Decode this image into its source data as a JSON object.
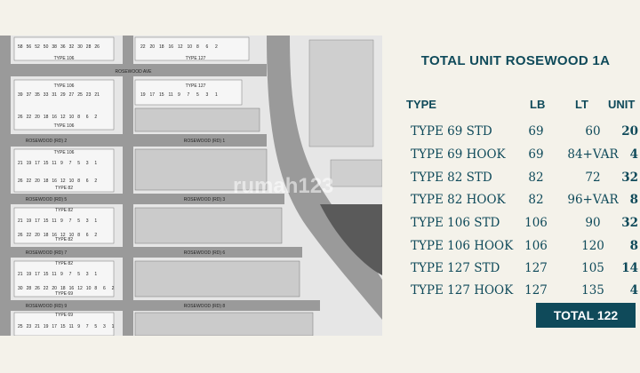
{
  "title": "TOTAL UNIT ROSEWOOD 1A",
  "headers": {
    "type": "TYPE",
    "lb": "LB",
    "lt": "LT",
    "unit": "UNIT"
  },
  "rows": [
    {
      "type": "TYPE 69 STD",
      "lb": "69",
      "lt": "60",
      "unit": "20"
    },
    {
      "type": "TYPE 69 HOOK",
      "lb": "69",
      "lt": "84+VAR",
      "unit": "4"
    },
    {
      "type": "TYPE 82 STD",
      "lb": "82",
      "lt": "72",
      "unit": "32"
    },
    {
      "type": "TYPE 82 HOOK",
      "lb": "82",
      "lt": "96+VAR",
      "unit": "8"
    },
    {
      "type": "TYPE 106 STD",
      "lb": "106",
      "lt": "90",
      "unit": "32"
    },
    {
      "type": "TYPE 106 HOOK",
      "lb": "106",
      "lt": "120",
      "unit": "8"
    },
    {
      "type": "TYPE 127 STD",
      "lb": "127",
      "lt": "105",
      "unit": "14"
    },
    {
      "type": "TYPE 127 HOOK",
      "lb": "127",
      "lt": "135",
      "unit": "4"
    }
  ],
  "total": "TOTAL 122",
  "watermark": "rumah123",
  "colors": {
    "accent": "#0f4a5a",
    "road": "#9a9a9a",
    "plot": "#e3e3e3",
    "background": "#f4f2ea"
  },
  "siteplan": {
    "road_labels": [
      "ROSEWOOD AVE",
      "ROSEWOOD (RD) 2",
      "ROSEWOOD (RD) 1",
      "ROSEWOOD (RD) 5",
      "ROSEWOOD (RD) 3",
      "ROSEWOOD (RD) 7",
      "ROSEWOOD (RD) 6",
      "ROSEWOOD (RD) 9",
      "ROSEWOOD (RD) 8"
    ],
    "type_labels": [
      "TYPE 106",
      "TYPE 127",
      "TYPE 106",
      "TYPE 127",
      "TYPE 106",
      "TYPE 106",
      "TYPE 82",
      "TYPE 82",
      "TYPE 82",
      "TYPE 82",
      "TYPE 69",
      "TYPE 69"
    ],
    "lot_rows": [
      [
        "58",
        "56",
        "52",
        "50",
        "38",
        "36",
        "32",
        "30",
        "28",
        "26"
      ],
      [
        "22",
        "20",
        "18",
        "16",
        "12",
        "10",
        "8",
        "6",
        "2"
      ],
      [
        "39",
        "37",
        "35",
        "33",
        "31",
        "29",
        "27",
        "25",
        "23",
        "21"
      ],
      [
        "19",
        "17",
        "15",
        "11",
        "9",
        "7",
        "5",
        "3",
        "1"
      ],
      [
        "26",
        "22",
        "20",
        "18",
        "16",
        "12",
        "10",
        "8",
        "6",
        "2"
      ],
      [
        "21",
        "19",
        "17",
        "15",
        "11",
        "9",
        "7",
        "5",
        "3",
        "1"
      ],
      [
        "26",
        "22",
        "20",
        "18",
        "16",
        "12",
        "10",
        "8",
        "6",
        "2"
      ],
      [
        "21",
        "19",
        "17",
        "15",
        "11",
        "9",
        "7",
        "5",
        "3",
        "1"
      ],
      [
        "26",
        "22",
        "20",
        "18",
        "16",
        "12",
        "10",
        "8",
        "6",
        "2"
      ],
      [
        "21",
        "19",
        "17",
        "15",
        "11",
        "9",
        "7",
        "5",
        "3",
        "1"
      ],
      [
        "30",
        "28",
        "26",
        "22",
        "20",
        "18",
        "16",
        "12",
        "10",
        "8",
        "6",
        "2"
      ],
      [
        "25",
        "23",
        "21",
        "19",
        "17",
        "15",
        "11",
        "9",
        "7",
        "5",
        "3",
        "1"
      ]
    ]
  }
}
